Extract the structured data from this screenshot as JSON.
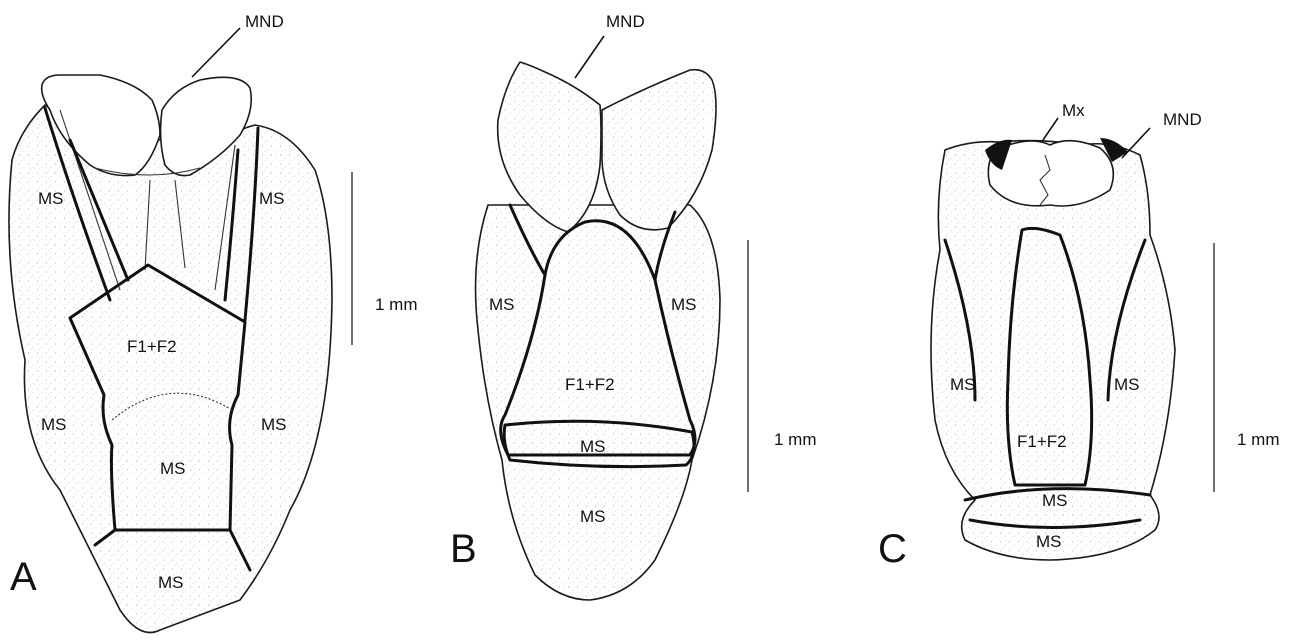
{
  "panels": {
    "a": {
      "letter": "A",
      "scale": "1 mm",
      "labels": {
        "mnd": "MND",
        "ms_upper_left": "MS",
        "ms_upper_right": "MS",
        "fused": "F1+F2",
        "ms_mid_left": "MS",
        "ms_mid_right": "MS",
        "ms_center": "MS",
        "ms_bottom": "MS"
      }
    },
    "b": {
      "letter": "B",
      "scale": "1 mm",
      "labels": {
        "mnd": "MND",
        "ms_left": "MS",
        "ms_right": "MS",
        "fused": "F1+F2",
        "ms_band": "MS",
        "ms_bottom": "MS"
      }
    },
    "c": {
      "letter": "C",
      "scale": "1 mm",
      "labels": {
        "mx": "Mx",
        "mnd": "MND",
        "ms_left": "MS",
        "ms_right": "MS",
        "fused": "F1+F2",
        "ms_lower": "MS",
        "ms_bottom": "MS"
      }
    }
  }
}
